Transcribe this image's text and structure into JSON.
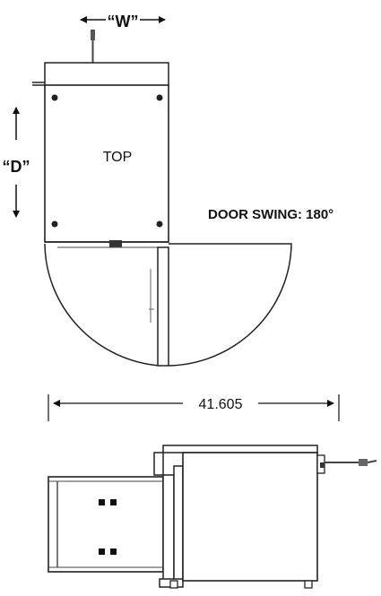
{
  "top_view": {
    "width_label": "“W”",
    "depth_label": "“D”",
    "top_label": "TOP",
    "door_swing_label": "DOOR SWING: 180°"
  },
  "side_view": {
    "overall_dimension": "41.605"
  }
}
